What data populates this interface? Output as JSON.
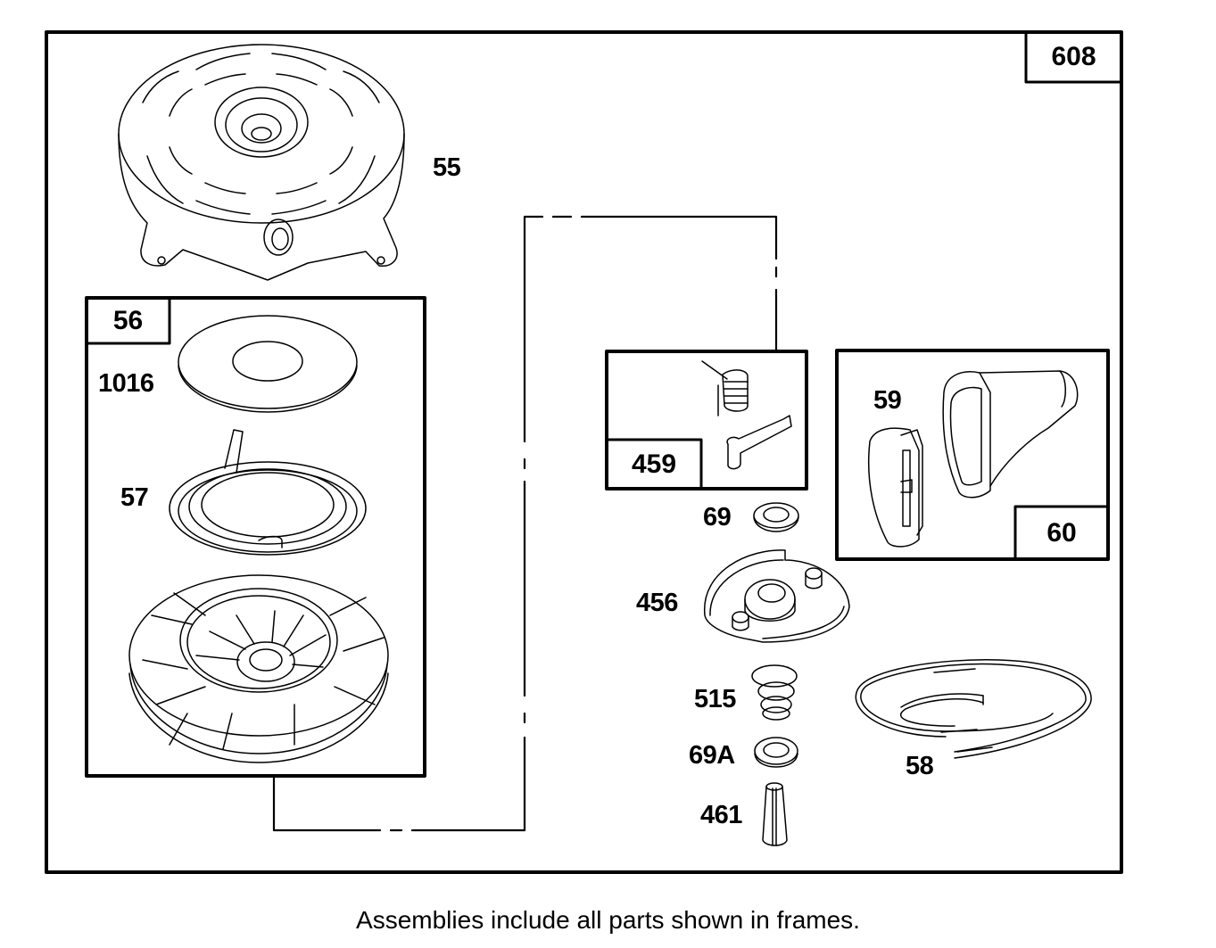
{
  "diagram": {
    "title_frame": "608",
    "caption": "Assemblies include all parts shown in frames.",
    "frames": [
      {
        "id": "56",
        "contains": [
          "1016",
          "57",
          "pulley"
        ]
      },
      {
        "id": "459",
        "contains": [
          "spring",
          "pawl"
        ]
      },
      {
        "id": "60",
        "contains": [
          "59",
          "handle"
        ]
      }
    ],
    "parts": [
      {
        "label": "55",
        "name": "Blower housing / starter housing"
      },
      {
        "label": "1016",
        "name": "Spring washer"
      },
      {
        "label": "57",
        "name": "Rewind spring"
      },
      {
        "label": "69",
        "name": "Washer"
      },
      {
        "label": "456",
        "name": "Pawl retainer"
      },
      {
        "label": "515",
        "name": "Spring"
      },
      {
        "label": "69A",
        "name": "Washer"
      },
      {
        "label": "461",
        "name": "Pin"
      },
      {
        "label": "58",
        "name": "Starter rope"
      },
      {
        "label": "59",
        "name": "Handle insert"
      }
    ]
  }
}
